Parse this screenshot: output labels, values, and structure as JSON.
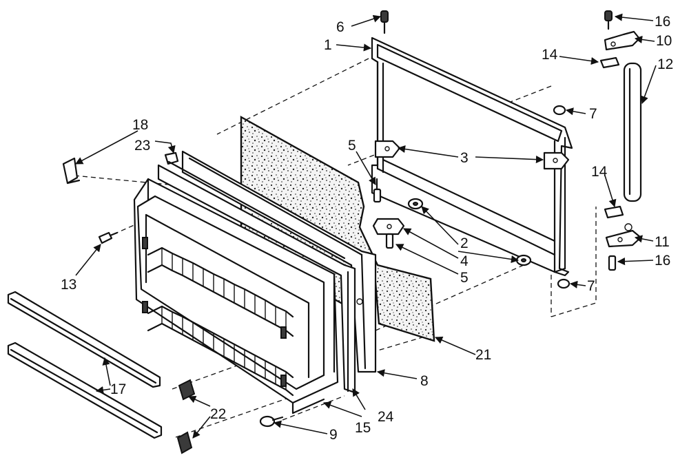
{
  "labels": {
    "p1": "1",
    "p2": "2",
    "p3": "3",
    "p4": "4",
    "p5a": "5",
    "p5b": "5",
    "p6": "6",
    "p7a": "7",
    "p7b": "7",
    "p8": "8",
    "p9": "9",
    "p10": "10",
    "p11": "11",
    "p12": "12",
    "p13": "13",
    "p14a": "14",
    "p14b": "14",
    "p15": "15",
    "p16a": "16",
    "p16b": "16",
    "p17": "17",
    "p18": "18",
    "p21": "21",
    "p22": "22",
    "p23": "23",
    "p24": "24"
  }
}
